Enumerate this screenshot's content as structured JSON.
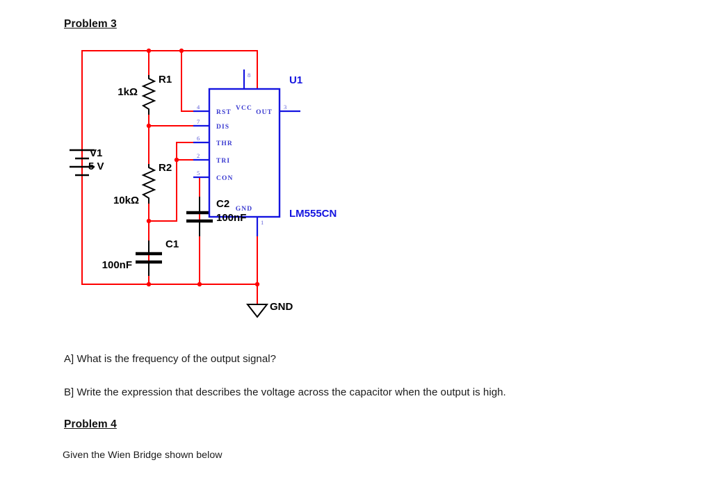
{
  "document": {
    "problem3_heading": "Problem 3",
    "question_a": "A] What is the frequency of the output signal?",
    "question_b": "B] Write the expression that describes the voltage across the capacitor when the output is high.",
    "problem4_heading": "Problem 4",
    "wien_line": "Given the Wien Bridge shown below"
  },
  "colors": {
    "wire": "#fe0000",
    "ic_blue": "#1414e0",
    "pin_label": "#3a3ad0",
    "component_black": "#000000",
    "text": "#1a1a1a"
  },
  "schematic": {
    "title": "555 astable multivibrator",
    "ic": {
      "ref": "U1",
      "part": "LM555CN",
      "pins": [
        {
          "number": "8",
          "name": "VCC",
          "side": "top"
        },
        {
          "number": "4",
          "name": "RST",
          "side": "left"
        },
        {
          "number": "7",
          "name": "DIS",
          "side": "left"
        },
        {
          "number": "6",
          "name": "THR",
          "side": "left"
        },
        {
          "number": "2",
          "name": "TRI",
          "side": "left"
        },
        {
          "number": "5",
          "name": "CON",
          "side": "left"
        },
        {
          "number": "3",
          "name": "OUT",
          "side": "right"
        },
        {
          "number": "1",
          "name": "GND",
          "side": "bottom"
        }
      ]
    },
    "components": [
      {
        "ref": "R1",
        "value": "1kΩ",
        "type": "resistor"
      },
      {
        "ref": "R2",
        "value": "10kΩ",
        "type": "resistor"
      },
      {
        "ref": "C1",
        "value": "100nF",
        "type": "capacitor"
      },
      {
        "ref": "C2",
        "value": "100nF",
        "type": "capacitor"
      },
      {
        "ref": "V1",
        "value": "5 V",
        "type": "dc-source"
      }
    ],
    "ground": {
      "label": "GND"
    }
  }
}
